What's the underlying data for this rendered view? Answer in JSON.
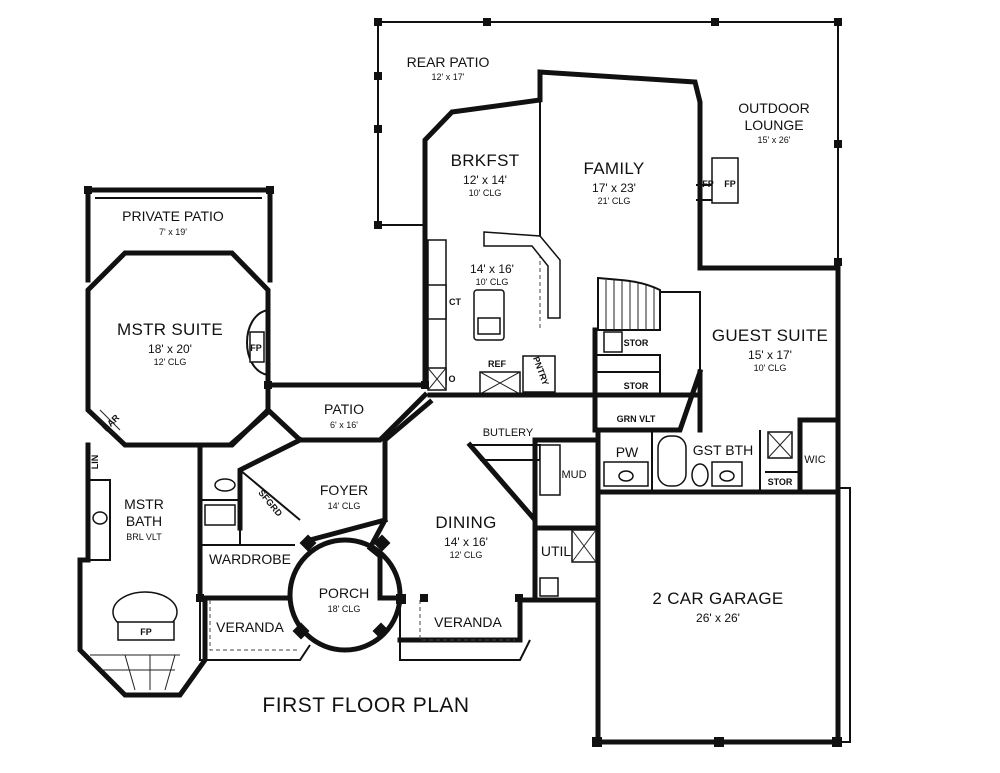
{
  "plan": {
    "title": "FIRST FLOOR PLAN",
    "rooms": {
      "rear_patio": {
        "name": "REAR PATIO",
        "size": "12' x 17'"
      },
      "outdoor_lounge": {
        "name_line1": "OUTDOOR",
        "name_line2": "LOUNGE",
        "size": "15' x 26'"
      },
      "brkfst": {
        "name": "BRKFST",
        "size": "12' x 14'",
        "clg": "10' CLG"
      },
      "family": {
        "name": "FAMILY",
        "size": "17' x 23'",
        "clg": "21' CLG"
      },
      "kitchen": {
        "size": "14' x 16'",
        "clg": "10' CLG"
      },
      "private_patio": {
        "name": "PRIVATE PATIO",
        "size": "7' x 19'"
      },
      "mstr_suite": {
        "name": "MSTR SUITE",
        "size": "18' x 20'",
        "clg": "12' CLG"
      },
      "guest_suite": {
        "name": "GUEST SUITE",
        "size": "15' x 17'",
        "clg": "10' CLG"
      },
      "patio": {
        "name": "PATIO",
        "size": "6' x 16'"
      },
      "foyer": {
        "name": "FOYER",
        "clg": "14' CLG"
      },
      "dining": {
        "name": "DINING",
        "size": "14' x 16'",
        "clg": "12' CLG"
      },
      "mstr_bath": {
        "name_line1": "MSTR",
        "name_line2": "BATH",
        "sub": "BRL VLT"
      },
      "wardrobe": {
        "name": "WARDROBE"
      },
      "porch": {
        "name": "PORCH",
        "clg": "18' CLG"
      },
      "veranda_left": {
        "name": "VERANDA"
      },
      "veranda_right": {
        "name": "VERANDA"
      },
      "garage": {
        "name": "2 CAR GARAGE",
        "size": "26' x 26'"
      },
      "gst_bth": {
        "name": "GST BTH"
      },
      "pw": {
        "name": "PW"
      },
      "mud": {
        "name": "MUD"
      },
      "util": {
        "name": "UTIL"
      },
      "wic": {
        "name": "WIC"
      },
      "butlery": {
        "name": "BUTLERY"
      }
    },
    "fixtures": {
      "fp_master": "FP",
      "fp_bath": "FP",
      "fp_family_1": "FP",
      "fp_family_2": "FP",
      "ct": "CT",
      "ref": "REF",
      "pantry": "PNTRY",
      "stor_1": "STOR",
      "stor_2": "STOR",
      "stor_3": "STOR",
      "grn_vlt": "GRN VLT",
      "bar": "BAR",
      "lin": "LIN",
      "sfgrd": "SFGRD",
      "oven": "O"
    }
  }
}
